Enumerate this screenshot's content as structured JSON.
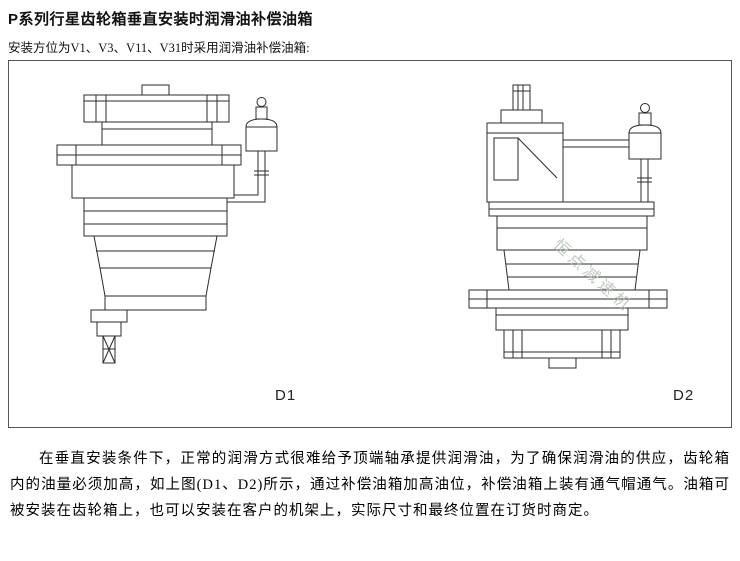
{
  "page": {
    "title": "P系列行星齿轮箱垂直安装时润滑油补偿油箱",
    "subtitle": "安装方位为V1、V3、V11、V31时采用润滑油补偿油箱:",
    "figure": {
      "watermark": "恒点减速机",
      "labels": {
        "d1": "D1",
        "d2": "D2"
      }
    },
    "paragraph": "在垂直安装条件下，正常的润滑方式很难给予顶端轴承提供润滑油，为了确保润滑油的供应，齿轮箱内的油量必须加高，如上图(D1、D2)所示，通过补偿油箱加高油位，补偿油箱上装有通气帽通气。油箱可被安装在齿轮箱上，也可以安装在客户的机架上，实际尺寸和最终位置在订货时商定。",
    "colors": {
      "line": "#2b2b2b",
      "watermark": "#b3bfb2",
      "border": "#555555"
    }
  }
}
